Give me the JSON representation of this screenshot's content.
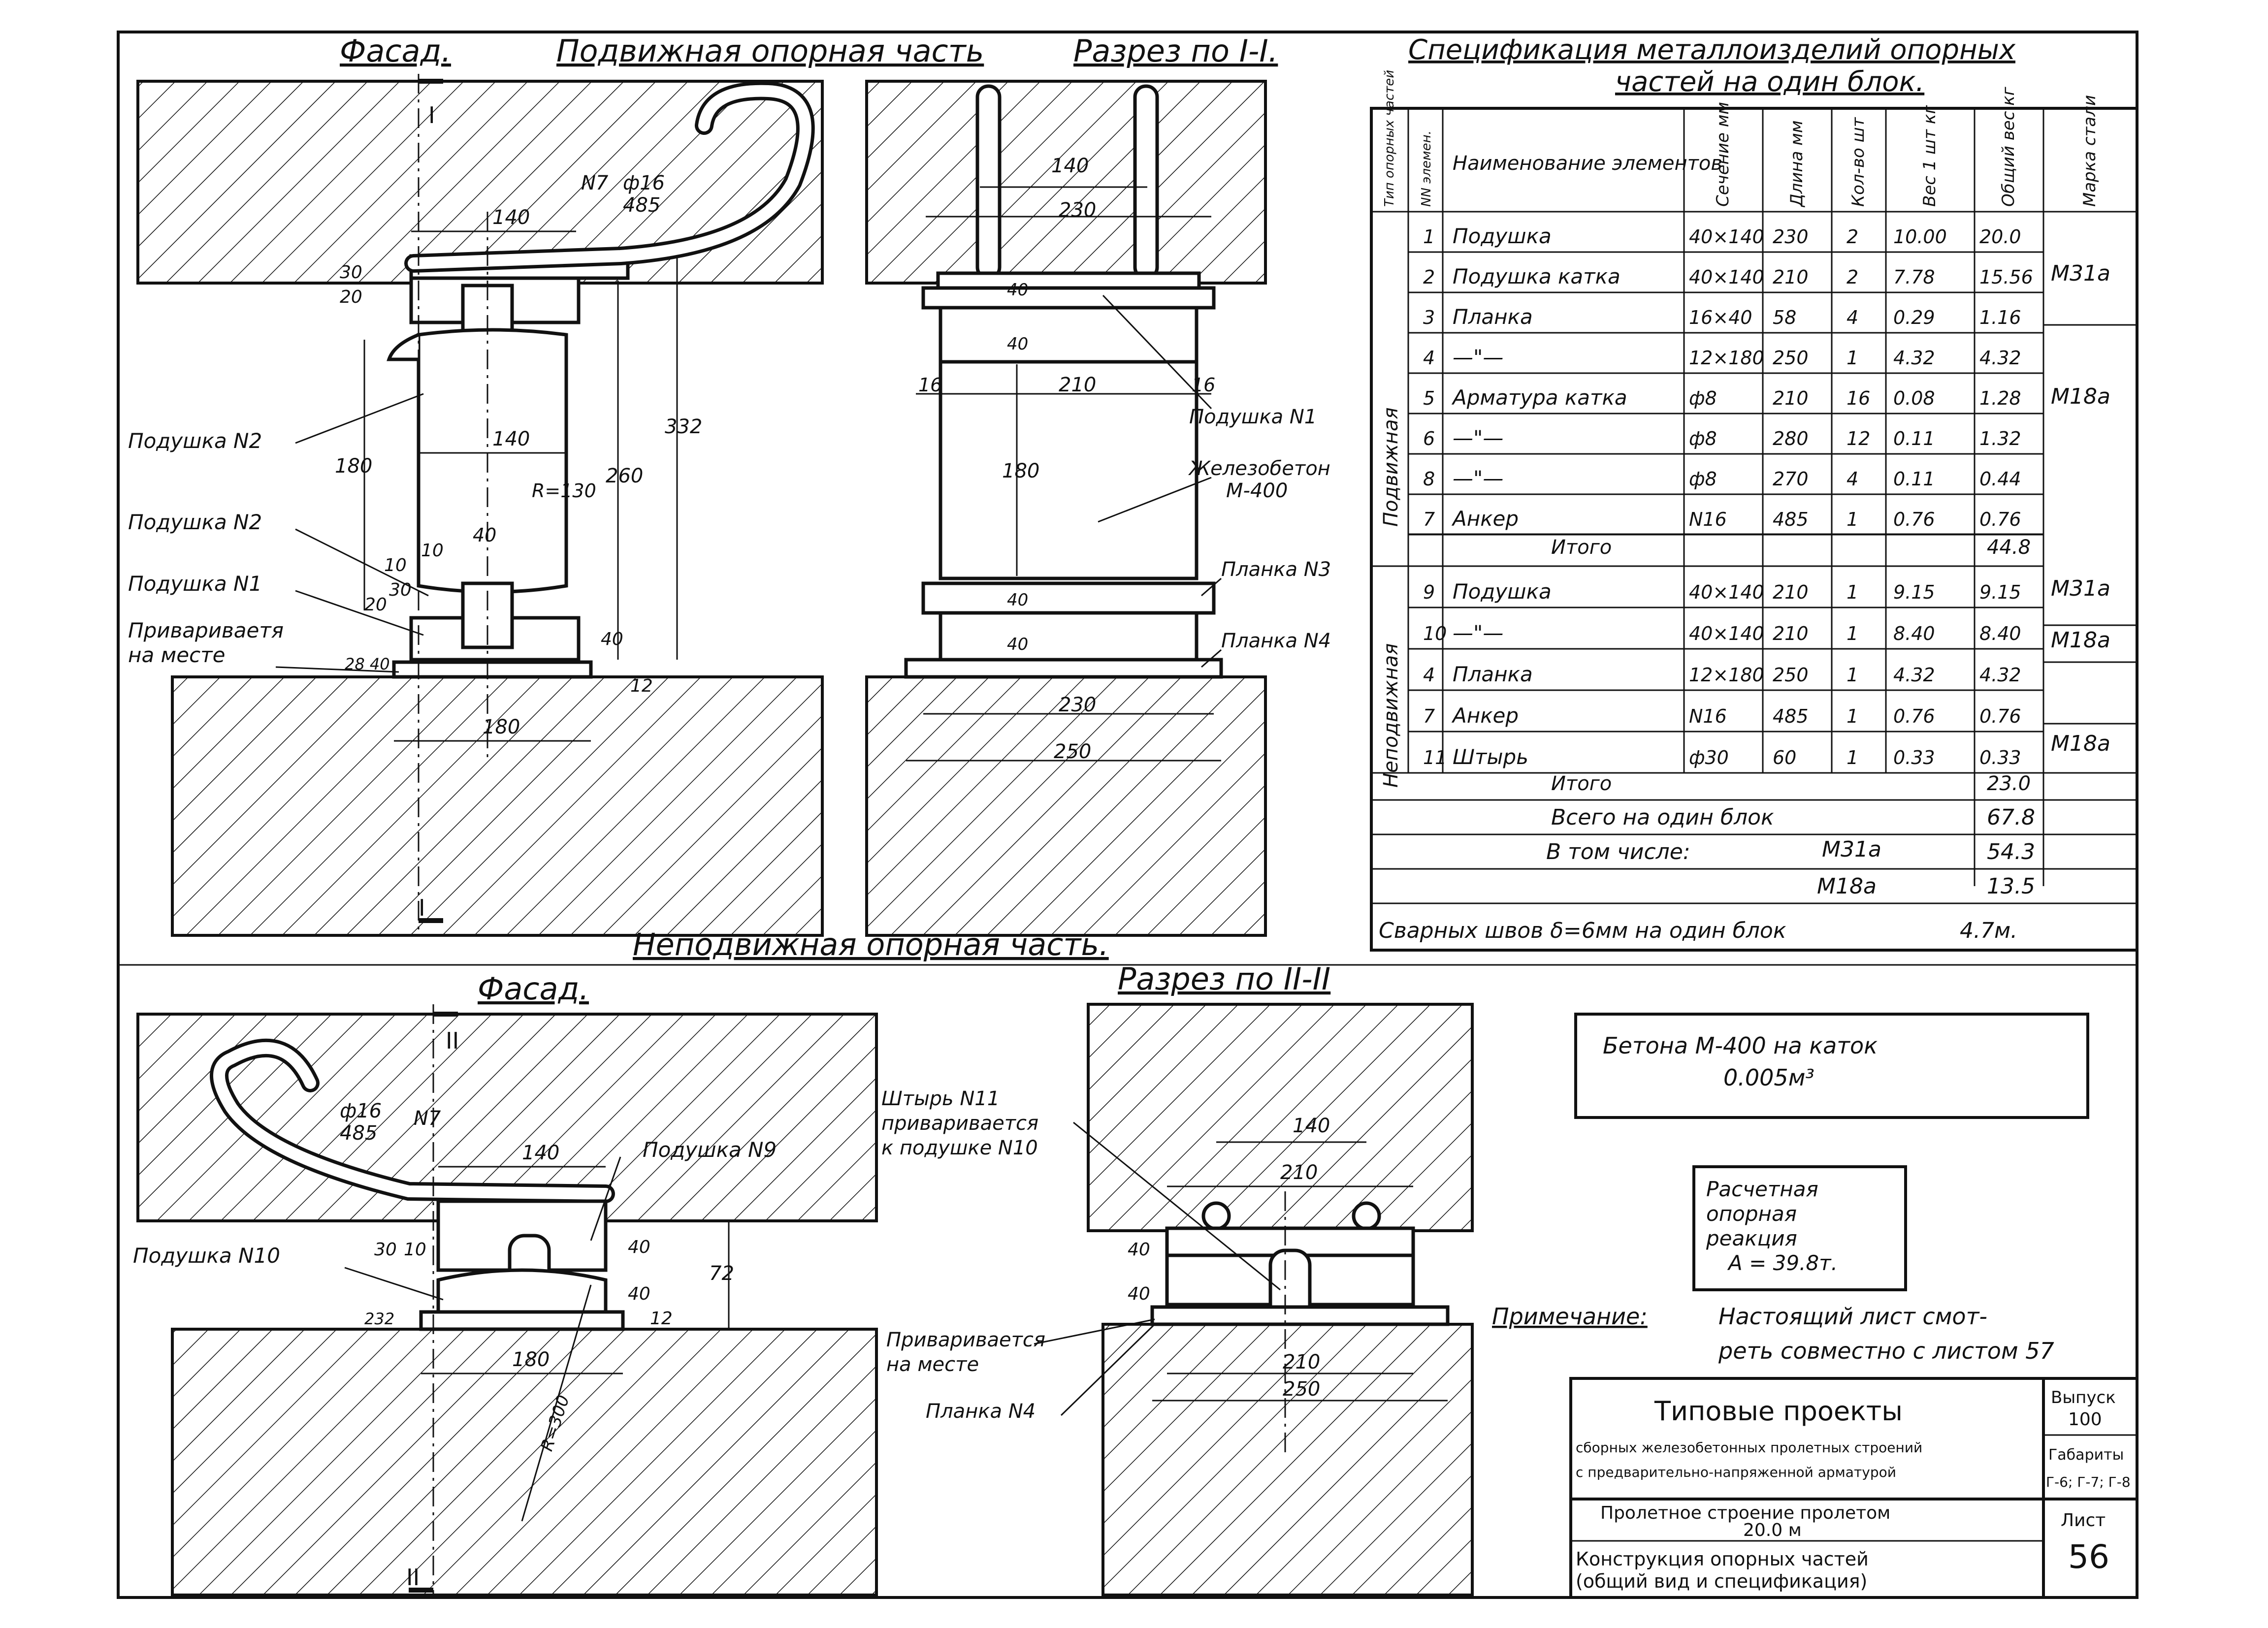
{
  "sheet": {
    "title_top_left": "Фасад.",
    "title_moving": "Подвижная опорная часть",
    "title_section_1": "Разрез по I-I.",
    "title_fixed": "Неподвижная опорная часть.",
    "title_facade_2": "Фасад.",
    "title_section_2": "Разрез по II-II",
    "section_mark_1": "I",
    "section_mark_2": "II"
  },
  "moving_facade": {
    "d_140": "140",
    "rod_label": "ф16",
    "rod_len": "485",
    "rod_n": "N7",
    "d_180": "180",
    "d_140b": "140",
    "d_260": "260",
    "d_332": "332",
    "radius": "R=130",
    "d_40": "40",
    "d_10": "10",
    "d_20": "20",
    "d_30": "30",
    "d_180b": "180",
    "d_12": "12",
    "d_40b": "40",
    "d_2840": "28 40",
    "d_20b": "20",
    "d_30b": "30",
    "d_10b": "10",
    "lbl_pad2a": "Подушка N2",
    "lbl_pad2b": "Подушка N2",
    "lbl_pad1": "Подушка N1",
    "lbl_weld_1": "Привариваетя",
    "lbl_weld_2": "на месте"
  },
  "section1": {
    "d_140": "140",
    "d_230": "230",
    "d_16a": "16",
    "d_210": "210",
    "d_16b": "16",
    "d_180": "180",
    "d_40a": "40",
    "d_40b": "40",
    "d_40c": "40",
    "d_40d": "40",
    "d_230b": "230",
    "d_250": "250",
    "lbl_pad1": "Подушка N1",
    "lbl_rc_1": "Железобетон",
    "lbl_rc_2": "М-400",
    "lbl_plank3": "Планка N3",
    "lbl_plank4": "Планка N4"
  },
  "spec": {
    "title_1": "Спецификация металлоизделий опорных",
    "title_2": "частей на один блок.",
    "headers": [
      "Тип опорных частей",
      "NN элемен.",
      "Наименование элементов",
      "Сечение мм",
      "Длина мм",
      "Кол-во шт",
      "Вес 1 шт кг",
      "Общий вес кг",
      "Марка стали"
    ],
    "group_moving": "Подвижная",
    "group_fixed": "Неподвижная",
    "rows_moving": [
      {
        "n": "1",
        "name": "Подушка",
        "sec": "40×140",
        "len": "230",
        "qty": "2",
        "w1": "10.00",
        "wt": "20.0"
      },
      {
        "n": "2",
        "name": "Подушка катка",
        "sec": "40×140",
        "len": "210",
        "qty": "2",
        "w1": "7.78",
        "wt": "15.56"
      },
      {
        "n": "3",
        "name": "Планка",
        "sec": "16×40",
        "len": "58",
        "qty": "4",
        "w1": "0.29",
        "wt": "1.16"
      },
      {
        "n": "4",
        "name": "—\"—",
        "sec": "12×180",
        "len": "250",
        "qty": "1",
        "w1": "4.32",
        "wt": "4.32"
      },
      {
        "n": "5",
        "name": "Арматура катка",
        "sec": "ф8",
        "len": "210",
        "qty": "16",
        "w1": "0.08",
        "wt": "1.28"
      },
      {
        "n": "6",
        "name": "—\"—",
        "sec": "ф8",
        "len": "280",
        "qty": "12",
        "w1": "0.11",
        "wt": "1.32"
      },
      {
        "n": "8",
        "name": "—\"—",
        "sec": "ф8",
        "len": "270",
        "qty": "4",
        "w1": "0.11",
        "wt": "0.44"
      },
      {
        "n": "7",
        "name": "Анкер",
        "sec": "N16",
        "len": "485",
        "qty": "1",
        "w1": "0.76",
        "wt": "0.76"
      }
    ],
    "steel_m1": "М31а",
    "steel_m2": "М18а",
    "total_moving_label": "Итого",
    "total_moving": "44.8",
    "rows_fixed": [
      {
        "n": "9",
        "name": "Подушка",
        "sec": "40×140",
        "len": "210",
        "qty": "1",
        "w1": "9.15",
        "wt": "9.15"
      },
      {
        "n": "10",
        "name": "—\"—",
        "sec": "40×140",
        "len": "210",
        "qty": "1",
        "w1": "8.40",
        "wt": "8.40"
      },
      {
        "n": "4",
        "name": "Планка",
        "sec": "12×180",
        "len": "250",
        "qty": "1",
        "w1": "4.32",
        "wt": "4.32"
      },
      {
        "n": "7",
        "name": "Анкер",
        "sec": "N16",
        "len": "485",
        "qty": "1",
        "w1": "0.76",
        "wt": "0.76"
      },
      {
        "n": "11",
        "name": "Штырь",
        "sec": "ф30",
        "len": "60",
        "qty": "1",
        "w1": "0.33",
        "wt": "0.33"
      }
    ],
    "steel_f1": "М31а",
    "steel_f2": "М18а",
    "steel_f3": "М18а",
    "total_fixed_label": "Итого",
    "total_fixed": "23.0",
    "all_label": "Всего на один блок",
    "all_total": "67.8",
    "incl_label": "В том числе:",
    "incl_m31": "М31а",
    "incl_m31_val": "54.3",
    "incl_m18": "М18а",
    "incl_m18_val": "13.5",
    "welds_label": "Сварных швов δ=6мм на один блок",
    "welds_val": "4.7м."
  },
  "notes": {
    "concrete_1": "Бетона М-400 на каток",
    "concrete_2": "0.005м³",
    "reaction_1": "Расчетная",
    "reaction_2": "опорная",
    "reaction_3": "реакция",
    "reaction_4": "A = 39.8т.",
    "note_label": "Примечание:",
    "note_1": "Настоящий лист смот-",
    "note_2": "реть совместно с листом 57"
  },
  "fixed_facade": {
    "rod_label": "ф16",
    "rod_len": "485",
    "rod_n": "N7",
    "d_140": "140",
    "d_180": "180",
    "d_72": "72",
    "d_40a": "40",
    "d_40b": "40",
    "d_12": "12",
    "d_30": "30",
    "d_10": "10",
    "d_232": "232",
    "radius": "R=300",
    "lbl_pad9": "Подушка N9",
    "lbl_pad10": "Подушка N10"
  },
  "section2": {
    "d_140": "140",
    "d_210": "210",
    "d_40a": "40",
    "d_40b": "40",
    "d_210b": "210",
    "d_250": "250",
    "lbl_pin_1": "Штырь N11",
    "lbl_pin_2": "приваривается",
    "lbl_pin_3": "к подушке N10",
    "lbl_weld_1": "Приваривается",
    "lbl_weld_2": "на месте",
    "lbl_plank4": "Планка N4"
  },
  "title_block": {
    "series_title": "Типовые проекты",
    "line1": "сборных железобетонных пролетных строений",
    "line2": "с предварительно-напряженной арматурой",
    "issue_label": "Выпуск",
    "issue": "100",
    "gab_label": "Габариты",
    "gab": "Г-6; Г-7; Г-8",
    "span_1": "Пролетное строение пролетом",
    "span_2": "20.0 м",
    "sheet_label": "Лист",
    "sheet_no": "56",
    "content_1": "Конструкция опорных частей",
    "content_2": "(общий вид и спецификация)"
  }
}
